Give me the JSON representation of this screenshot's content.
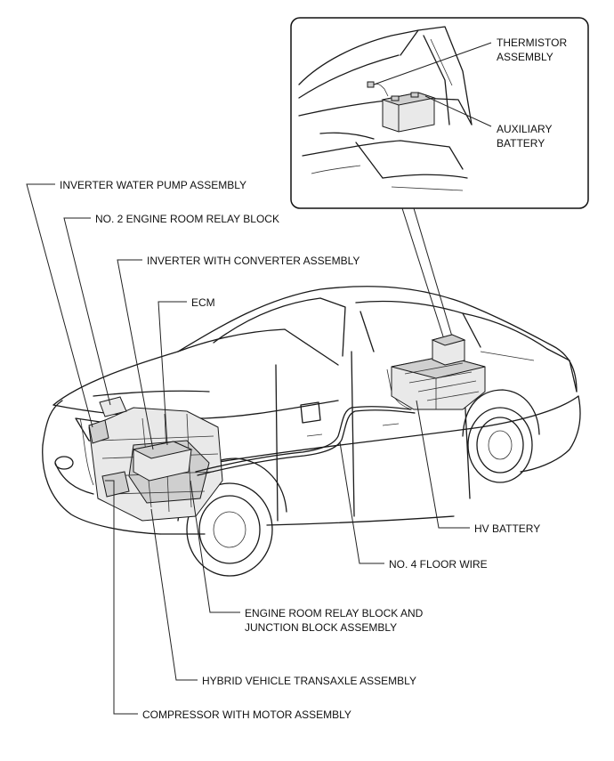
{
  "labels": {
    "thermistor": [
      "THERMISTOR",
      "ASSEMBLY"
    ],
    "auxiliary_battery": [
      "AUXILIARY",
      "BATTERY"
    ],
    "inverter_water_pump": "INVERTER WATER PUMP ASSEMBLY",
    "no2_engine_room_relay": "NO. 2 ENGINE ROOM RELAY BLOCK",
    "inverter_converter": "INVERTER WITH CONVERTER ASSEMBLY",
    "ecm": "ECM",
    "hv_battery": "HV BATTERY",
    "no4_floor_wire": "NO. 4 FLOOR WIRE",
    "engine_room_relay_junction": [
      "ENGINE ROOM RELAY BLOCK AND",
      "JUNCTION BLOCK ASSEMBLY"
    ],
    "hybrid_transaxle": "HYBRID VEHICLE TRANSAXLE ASSEMBLY",
    "compressor_motor": "COMPRESSOR WITH MOTOR ASSEMBLY"
  }
}
